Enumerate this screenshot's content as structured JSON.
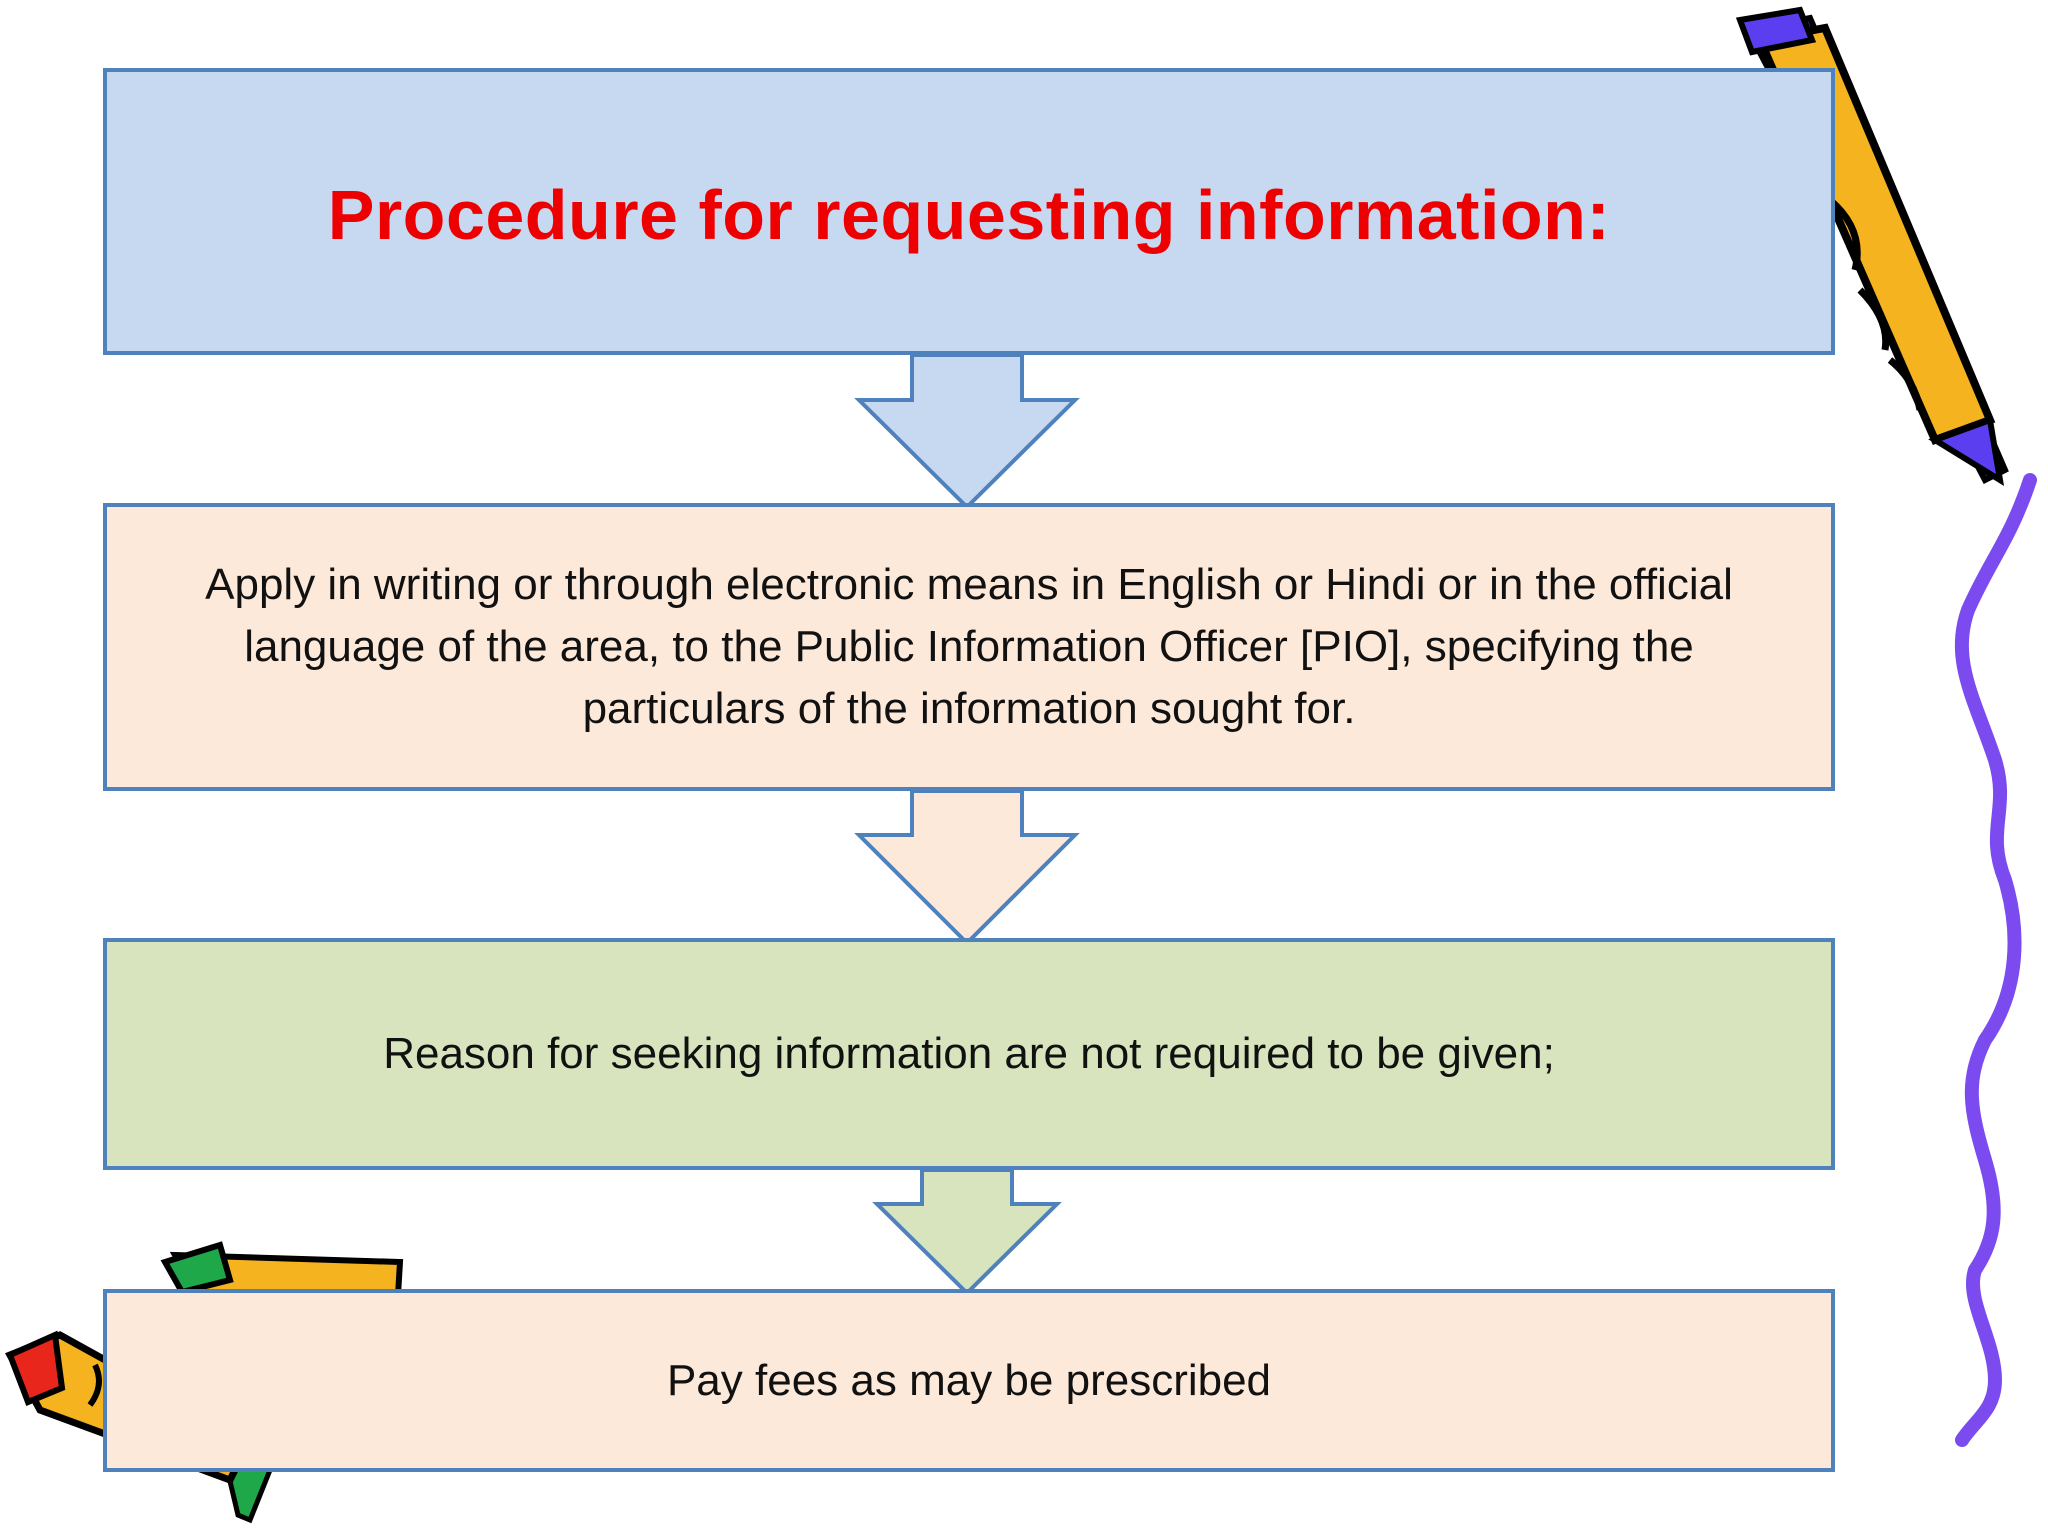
{
  "flowchart": {
    "title": "Procedure for requesting  information:",
    "steps": [
      "Apply in writing or through electronic  means in English or Hindi or in the official language of the area, to the Public Information Officer [PIO], specifying the particulars of the information sought for.",
      "Reason for seeking information are not required to be given;",
      "Pay fees as may be prescribed"
    ]
  },
  "colors": {
    "title_text": "#ee0000",
    "box_border": "#4f81bd",
    "title_fill": "#c6d9f1",
    "peach_fill": "#fde9d9",
    "green_fill": "#d7e4bd",
    "squiggle": "#7b4bf0"
  },
  "decorations": [
    "pencil-icon",
    "pencil-icon",
    "pencil-icon",
    "squiggle-line"
  ]
}
